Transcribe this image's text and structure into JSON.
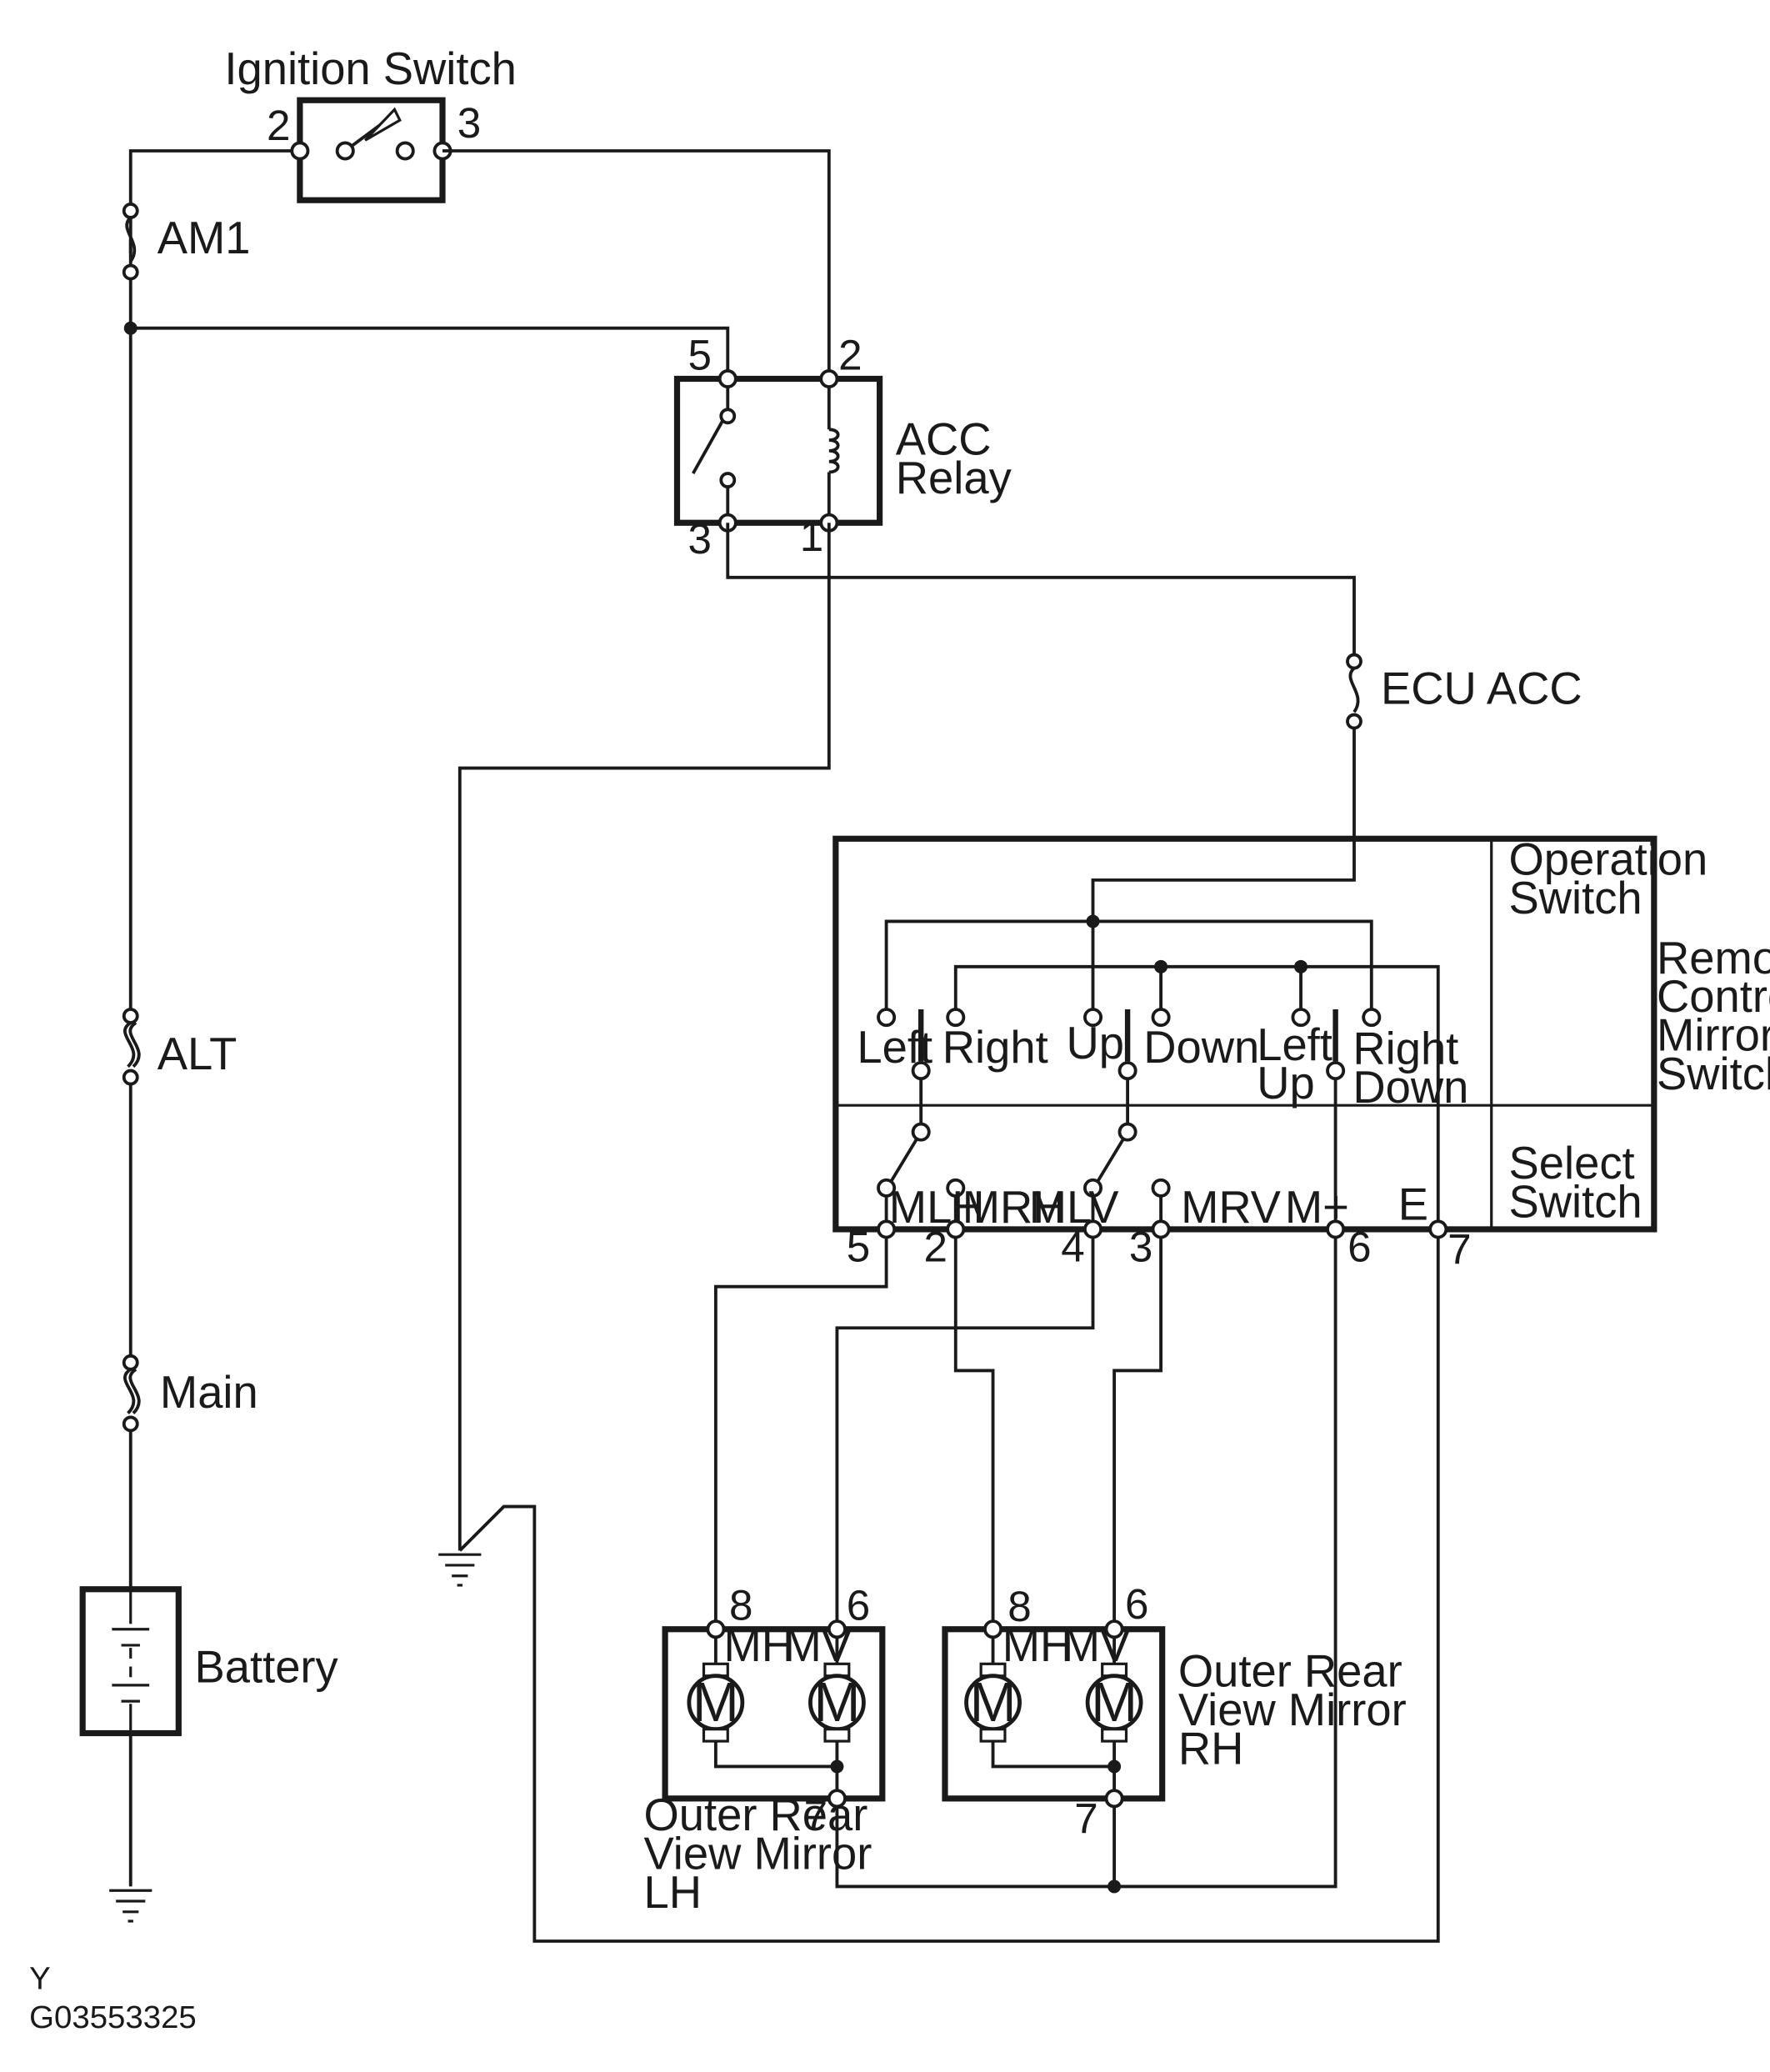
{
  "components": {
    "ignition_switch": "Ignition Switch",
    "am1": "AM1",
    "alt": "ALT",
    "main": "Main",
    "battery": "Battery",
    "acc_relay_line1": "ACC",
    "acc_relay_line2": "Relay",
    "ecu_acc": "ECU ACC",
    "operation_switch_line1": "Operation",
    "operation_switch_line2": "Switch",
    "remote_line1": "Remote",
    "remote_line2": "Control",
    "remote_line3": "Mirror",
    "remote_line4": "Switch",
    "select_switch_line1": "Select",
    "select_switch_line2": "Switch",
    "mirror_lh_line1": "Outer Rear",
    "mirror_lh_line2": "View Mirror",
    "mirror_lh_line3": "LH",
    "mirror_rh_line1": "Outer Rear",
    "mirror_rh_line2": "View Mirror",
    "mirror_rh_line3": "RH"
  },
  "ignition_pins": {
    "left": "2",
    "right": "3"
  },
  "relay_pins": {
    "top_left": "5",
    "top_right": "2",
    "bottom_left": "3",
    "bottom_right": "1"
  },
  "operation_labels": {
    "left": "Left",
    "right": "Right",
    "up": "Up",
    "down": "Down",
    "left_up_1": "Left",
    "left_up_2": "Up",
    "right_down_1": "Right",
    "right_down_2": "Down"
  },
  "select_terminals": {
    "mlh": "MLH",
    "mrh": "MRH",
    "mlv": "MLV",
    "mrv": "MRV",
    "m_plus": "M+",
    "e": "E"
  },
  "switch_pins": {
    "mlh": "5",
    "mrh": "2",
    "mlv": "4",
    "mrv": "3",
    "m_plus": "6",
    "e": "7"
  },
  "mirror_lh": {
    "pin_mh": "8",
    "pin_mv": "6",
    "pin_common": "7",
    "mh": "MH",
    "mv": "MV",
    "motor": "M"
  },
  "mirror_rh": {
    "pin_mh": "8",
    "pin_mv": "6",
    "pin_common": "7",
    "mh": "MH",
    "mv": "MV",
    "motor": "M"
  },
  "footer": {
    "code1": "Y",
    "code2": "G03553325"
  }
}
